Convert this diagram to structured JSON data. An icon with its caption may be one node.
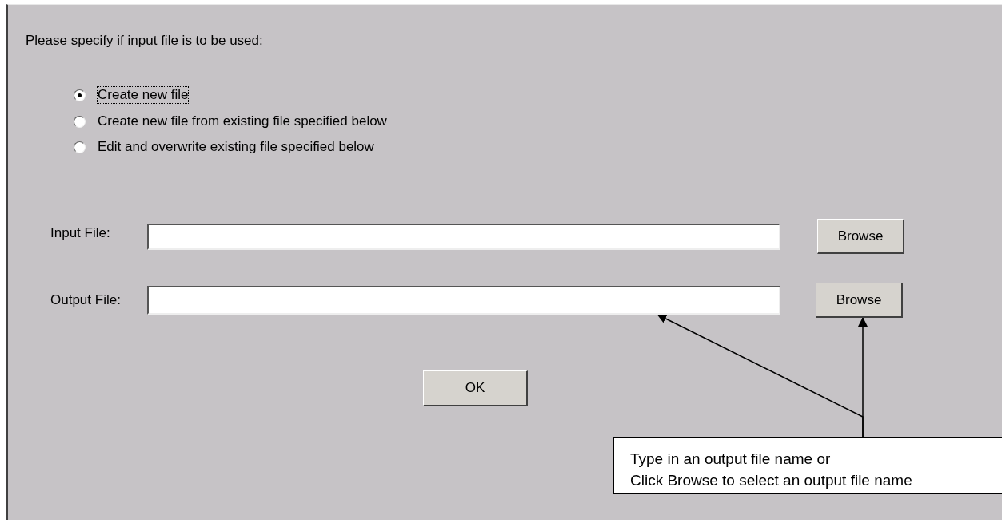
{
  "diagram": {
    "nodes": [
      {
        "text": [],
        "shape": "box"
      },
      {
        "text": [
          "Browse"
        ]
      },
      {
        "text": [],
        "shape": "box"
      },
      {
        "text": [
          "Browse"
        ]
      },
      {
        "text": [
          "OK"
        ]
      },
      {
        "text": [
          "Type in an output file name or",
          "Click Browse to select an output file name"
        ]
      }
    ],
    "edges": [
      {
        "from": 5,
        "to": 2,
        "arrow": "to"
      },
      {
        "from": 5,
        "to": 3,
        "arrow": "to"
      }
    ],
    "labels": [
      "Please specify if input file is to be used:",
      "Create new file",
      "Create new file from existing file specified below",
      "Edit and overwrite existing file specified below",
      "Input File:",
      "Output File:"
    ]
  }
}
